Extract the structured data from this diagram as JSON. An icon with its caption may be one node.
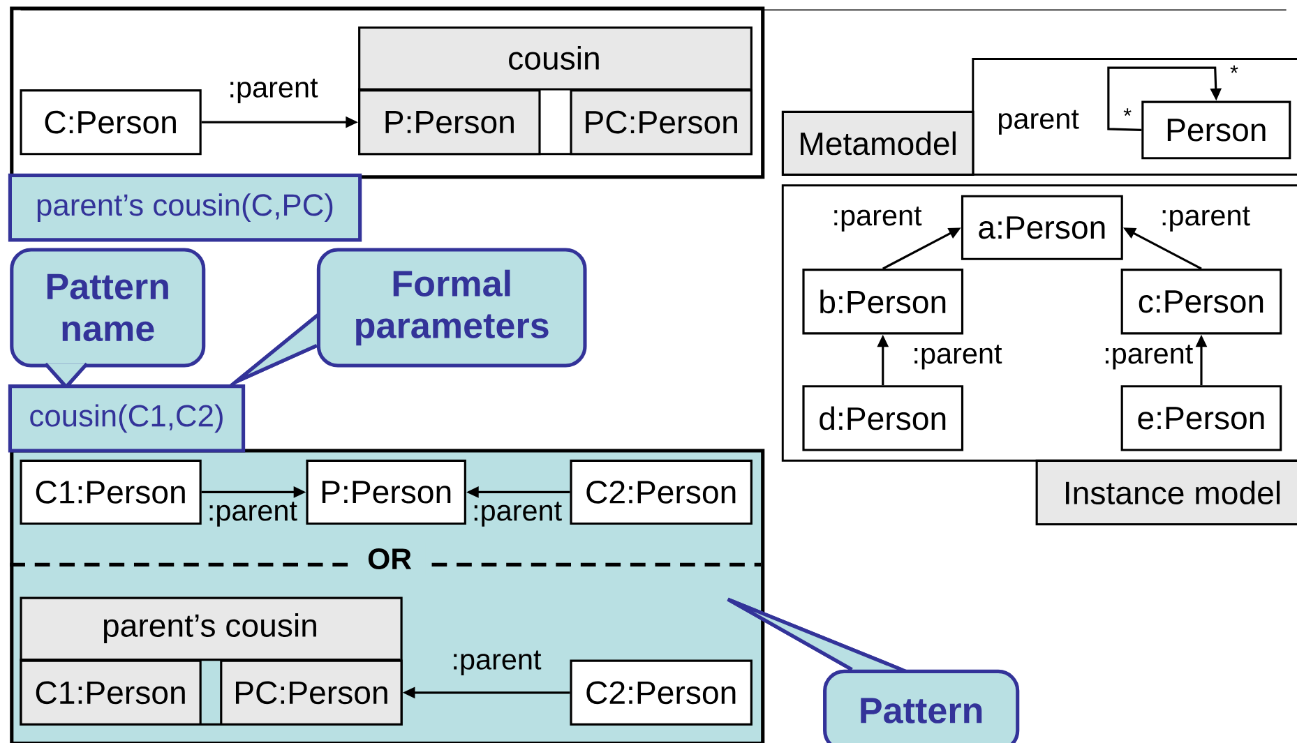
{
  "diagram": {
    "nodes": [
      {
        "text": [],
        "shape": "box"
      },
      {
        "text": [
          "C:Person"
        ],
        "in": 0
      },
      {
        "text": [
          "cousin"
        ],
        "in": 0
      },
      {
        "text": [
          "P:Person"
        ],
        "in": 2
      },
      {
        "text": [
          "PC:Person"
        ],
        "in": 2
      },
      {
        "text": [
          "parent’s cousin(C,PC)"
        ]
      },
      {
        "text": [
          "Pattern name"
        ]
      },
      {
        "text": [
          "Formal parameters"
        ]
      },
      {
        "text": [
          "cousin(C1,C2)"
        ]
      },
      {
        "text": [],
        "shape": "box"
      },
      {
        "text": [
          "C1:Person"
        ],
        "in": 9
      },
      {
        "text": [
          "P:Person"
        ],
        "in": 9
      },
      {
        "text": [
          "C2:Person"
        ],
        "in": 9
      },
      {
        "text": [
          "parent’s cousin"
        ],
        "in": 9
      },
      {
        "text": [
          "C1:Person"
        ],
        "in": 13
      },
      {
        "text": [
          "PC:Person"
        ],
        "in": 13
      },
      {
        "text": [
          "C2:Person"
        ],
        "in": 9
      },
      {
        "text": [
          "Pattern"
        ]
      },
      {
        "text": [
          "Metamodel"
        ]
      },
      {
        "text": [],
        "shape": "box"
      },
      {
        "text": [
          "Person"
        ],
        "in": 19
      },
      {
        "text": [],
        "shape": "box"
      },
      {
        "text": [
          "a:Person"
        ],
        "in": 21
      },
      {
        "text": [
          "b:Person"
        ],
        "in": 21
      },
      {
        "text": [
          "c:Person"
        ],
        "in": 21
      },
      {
        "text": [
          "d:Person"
        ],
        "in": 21
      },
      {
        "text": [
          "e:Person"
        ],
        "in": 21
      },
      {
        "text": [
          "Instance model"
        ]
      }
    ],
    "edges": [
      {
        "from": 1,
        "to": 3,
        "arrow": "to",
        "label": ":parent"
      },
      {
        "from": 10,
        "to": 11,
        "arrow": "to",
        "label": ":parent"
      },
      {
        "from": 12,
        "to": 11,
        "arrow": "to",
        "label": ":parent"
      },
      {
        "from": 16,
        "to": 15,
        "arrow": "to",
        "label": ":parent"
      },
      {
        "from": 20,
        "to": 20,
        "arrow": "to",
        "label": "parent"
      },
      {
        "from": 23,
        "to": 22,
        "arrow": "to",
        "label": ":parent"
      },
      {
        "from": 24,
        "to": 22,
        "arrow": "to",
        "label": ":parent"
      },
      {
        "from": 25,
        "to": 23,
        "arrow": "to",
        "label": ":parent"
      },
      {
        "from": 26,
        "to": 24,
        "arrow": "to",
        "label": ":parent"
      }
    ],
    "labels": [
      "OR",
      "*",
      "*"
    ]
  }
}
